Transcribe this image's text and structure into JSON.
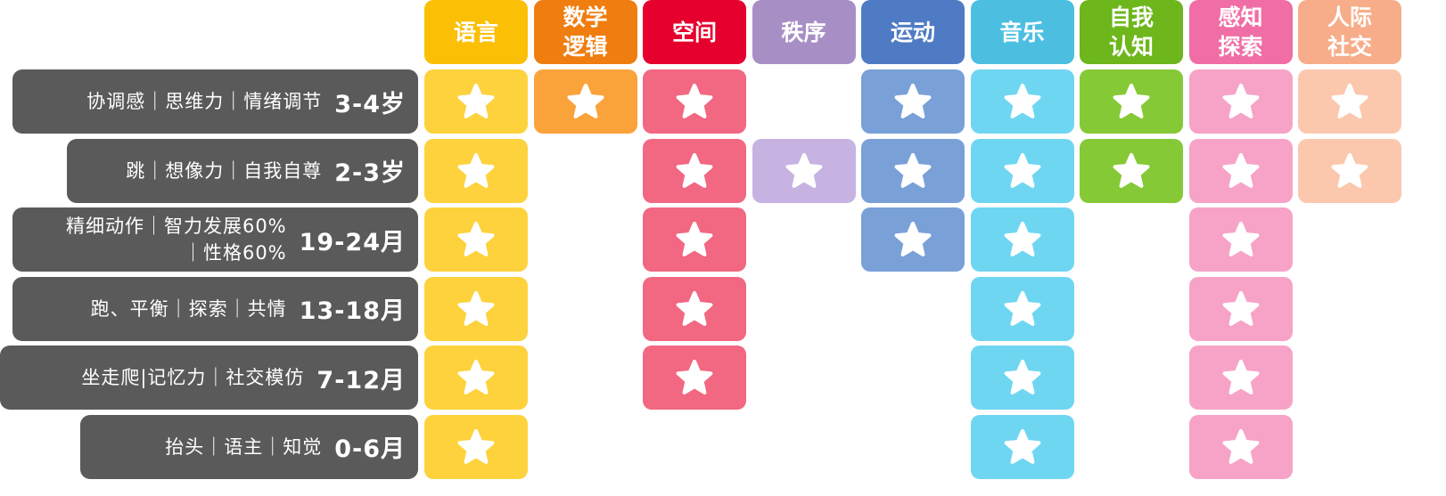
{
  "columns": [
    {
      "key": "lang",
      "label": "语言",
      "header_color": "#fbbf06",
      "cell_color": "#fdd23c"
    },
    {
      "key": "math",
      "label": "数学\n逻辑",
      "header_color": "#f07d0f",
      "cell_color": "#fba33b"
    },
    {
      "key": "space",
      "label": "空间",
      "header_color": "#e5002e",
      "cell_color": "#f26781"
    },
    {
      "key": "order",
      "label": "秩序",
      "header_color": "#a78fc6",
      "cell_color": "#c6b3e2"
    },
    {
      "key": "motion",
      "label": "运动",
      "header_color": "#4f7bc4",
      "cell_color": "#7aa0d8"
    },
    {
      "key": "music",
      "label": "音乐",
      "header_color": "#4cbfe0",
      "cell_color": "#6fd6f2"
    },
    {
      "key": "self",
      "label": "自我\n认知",
      "header_color": "#6db61b",
      "cell_color": "#86c936"
    },
    {
      "key": "sense",
      "label": "感知\n探索",
      "header_color": "#f06ea5",
      "cell_color": "#f7a3c8"
    },
    {
      "key": "social",
      "label": "人际\n社交",
      "header_color": "#f7ad8a",
      "cell_color": "#fbc8ae"
    }
  ],
  "rows": [
    {
      "desc": "协调感｜思维力｜情绪调节",
      "age": "3-4岁",
      "stars": [
        1,
        1,
        1,
        0,
        1,
        1,
        1,
        1,
        1
      ]
    },
    {
      "desc": "跳｜想像力｜自我自尊",
      "age": "2-3岁",
      "stars": [
        1,
        0,
        1,
        1,
        1,
        1,
        1,
        1,
        1
      ]
    },
    {
      "desc": "精细动作｜智力发展60%\n｜性格60%",
      "age": "19-24月",
      "stars": [
        1,
        0,
        1,
        0,
        1,
        1,
        0,
        1,
        0
      ]
    },
    {
      "desc": "跑、平衡｜探索｜共情",
      "age": "13-18月",
      "stars": [
        1,
        0,
        1,
        0,
        0,
        1,
        0,
        1,
        0
      ]
    },
    {
      "desc": "坐走爬|记忆力｜社交模仿",
      "age": "7-12月",
      "stars": [
        1,
        0,
        1,
        0,
        0,
        1,
        0,
        1,
        0
      ]
    },
    {
      "desc": "抬头｜语主｜知觉",
      "age": "0-6月",
      "stars": [
        1,
        0,
        0,
        0,
        0,
        1,
        0,
        1,
        0
      ]
    }
  ],
  "star_icon": "star-icon",
  "star_color": "#ffffff",
  "label_bg_color": "#5a5a5a"
}
